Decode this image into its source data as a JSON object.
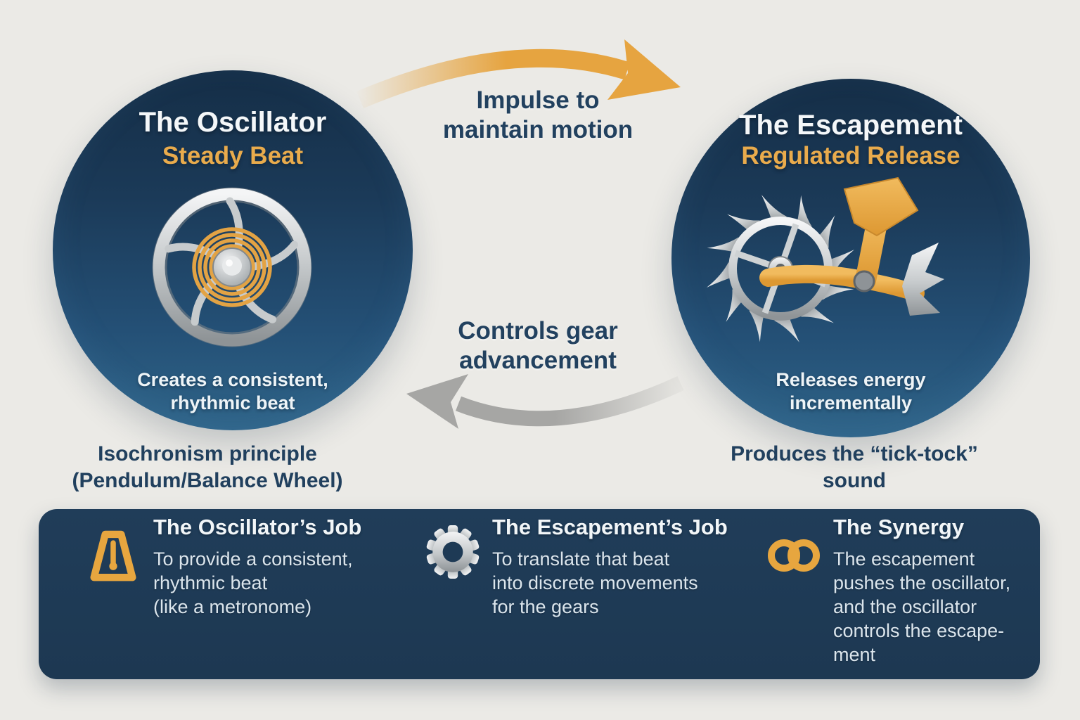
{
  "oscillator": {
    "title": "The Oscillator",
    "subtitle": "Steady Beat",
    "caption": [
      "Creates a consistent,",
      "rhythmic beat"
    ],
    "footnote": [
      "Isochronism principle",
      "(Pendulum/Balance Wheel)"
    ]
  },
  "escapement": {
    "title": "The Escapement",
    "subtitle": "Regulated Release",
    "caption": [
      "Releases energy",
      "incrementally"
    ],
    "footnote": [
      "Produces the “tick-tock”",
      "sound"
    ]
  },
  "flow": {
    "impulse": [
      "Impulse to",
      "maintain motion"
    ],
    "controls": [
      "Controls gear",
      "advancement"
    ]
  },
  "panel": {
    "cards": [
      {
        "icon": "metronome-icon",
        "title": "The Oscillator’s Job",
        "lines": [
          "To provide a consistent,",
          "rhythmic beat",
          "(like a metronome)"
        ]
      },
      {
        "icon": "gear-icon",
        "title": "The Escapement’s Job",
        "lines": [
          "To translate that beat",
          "into discrete movements",
          "for the gears"
        ]
      },
      {
        "icon": "linked-rings-icon",
        "title": "The Synergy",
        "lines": [
          "The escapement",
          "pushes the oscillator,",
          "and the oscillator",
          "controls the escape-",
          "ment"
        ]
      }
    ]
  },
  "colors": {
    "background": "#ebeae6",
    "navy_panel": "#1e3a55",
    "gold_accent": "#e6a440",
    "ink_text": "#22415f",
    "gray_arrow": "#a6a6a4"
  }
}
